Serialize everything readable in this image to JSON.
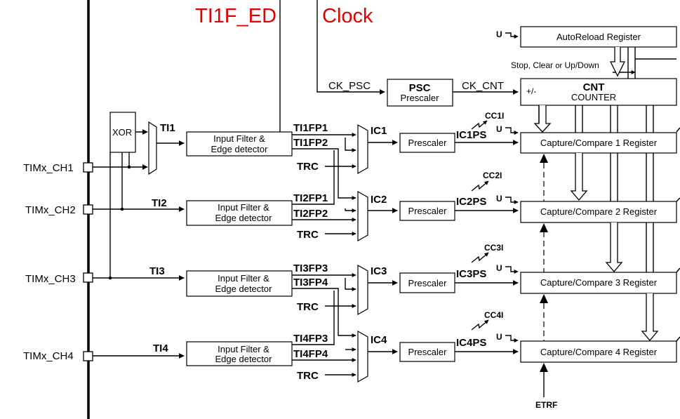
{
  "title_left": "TI1F_ED",
  "title_right": "Clock",
  "xor_label": "XOR",
  "channels": [
    {
      "pin": "TIMx_CH1",
      "ti": "TI1",
      "filter_line1": "Input Filter &",
      "filter_line2": "Edge detector",
      "fp_a": "TI1FP1",
      "fp_b": "TI1FP2",
      "trc": "TRC",
      "ic": "IC1",
      "prescaler": "Prescaler",
      "icps": "IC1PS",
      "cci": "CC1I",
      "u": "U",
      "ccr": "Capture/Compare 1 Register"
    },
    {
      "pin": "TIMx_CH2",
      "ti": "TI2",
      "filter_line1": "Input Filter &",
      "filter_line2": "Edge detector",
      "fp_a": "TI2FP1",
      "fp_b": "TI2FP2",
      "trc": "TRC",
      "ic": "IC2",
      "prescaler": "Prescaler",
      "icps": "IC2PS",
      "cci": "CC2I",
      "u": "U",
      "ccr": "Capture/Compare 2 Register"
    },
    {
      "pin": "TIMx_CH3",
      "ti": "TI3",
      "filter_line1": "Input Filter &",
      "filter_line2": "Edge detector",
      "fp_a": "TI3FP3",
      "fp_b": "TI3FP4",
      "trc": "TRC",
      "ic": "IC3",
      "prescaler": "Prescaler",
      "icps": "IC3PS",
      "cci": "CC3I",
      "u": "U",
      "ccr": "Capture/Compare 3 Register"
    },
    {
      "pin": "TIMx_CH4",
      "ti": "TI4",
      "filter_line1": "Input Filter &",
      "filter_line2": "Edge detector",
      "fp_a": "TI4FP3",
      "fp_b": "TI4FP4",
      "trc": "TRC",
      "ic": "IC4",
      "prescaler": "Prescaler",
      "icps": "IC4PS",
      "cci": "CC4I",
      "u": "U",
      "ccr": "Capture/Compare 4 Register"
    }
  ],
  "clock": {
    "ck_psc": "CK_PSC",
    "psc_title": "PSC",
    "psc_sub": "Prescaler",
    "ck_cnt": "CK_CNT",
    "cnt_title": "CNT",
    "cnt_sub": "COUNTER",
    "cnt_dir": "+/-",
    "arr": "AutoReload Register",
    "arr_u": "U",
    "stop_clear": "Stop, Clear",
    "or_word": "or",
    "up_down": "Up/Down"
  },
  "etrf": "ETRF"
}
